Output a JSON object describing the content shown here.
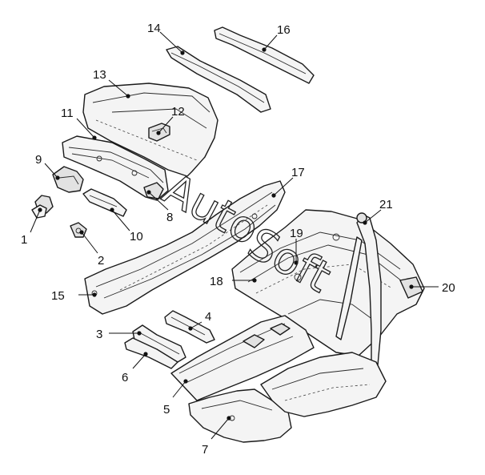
{
  "watermark": {
    "part1": "Auto",
    "part2": "Soft"
  },
  "callouts": {
    "c1": "1",
    "c2": "2",
    "c3": "3",
    "c4": "4",
    "c5": "5",
    "c6": "6",
    "c7": "7",
    "c8": "8",
    "c9": "9",
    "c10": "10",
    "c11": "11",
    "c12": "12",
    "c13": "13",
    "c14": "14",
    "c15": "15",
    "c16": "16",
    "c17": "17",
    "c18": "18",
    "c19": "19",
    "c20": "20",
    "c21": "21"
  }
}
